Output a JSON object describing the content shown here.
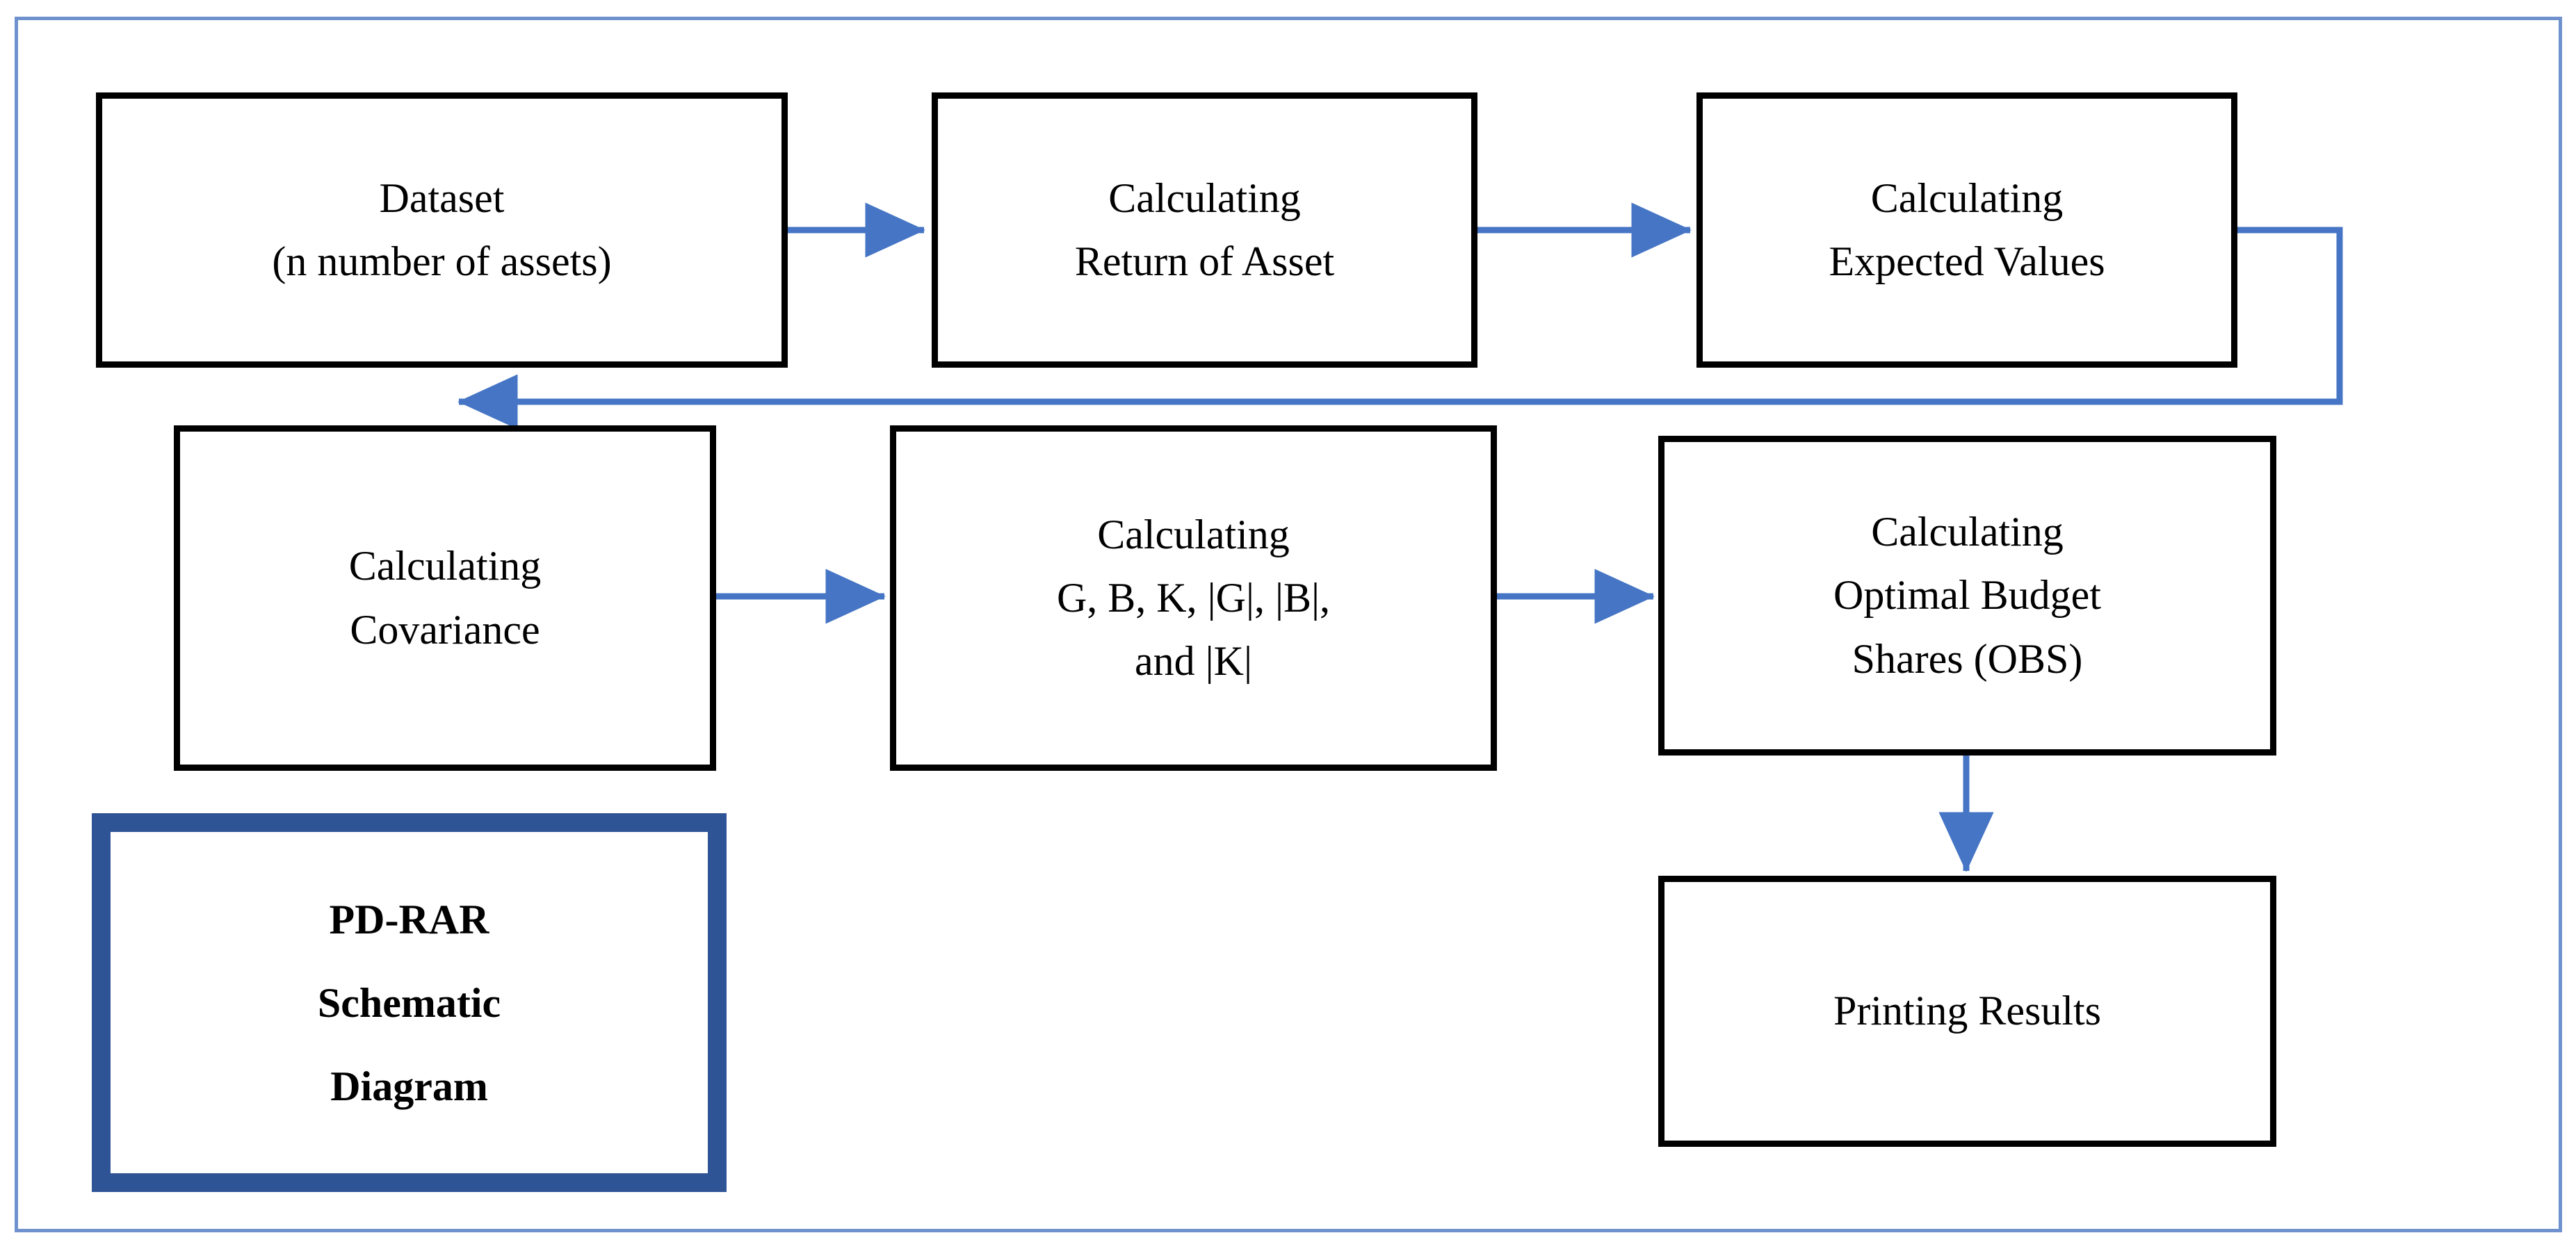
{
  "diagram": {
    "title_box": {
      "lines": [
        "PD-RAR",
        "Schematic",
        "Diagram"
      ],
      "border_color": "#2F5496"
    },
    "frame": {
      "border_color": "#6F92CE"
    },
    "connector_color": "#4575C4",
    "node_border_color": "#000000",
    "nodes": [
      {
        "id": "dataset",
        "lines": [
          "Dataset",
          "(n number of assets)"
        ]
      },
      {
        "id": "return-of-asset",
        "lines": [
          "Calculating",
          "Return of Asset"
        ]
      },
      {
        "id": "expected-values",
        "lines": [
          "Calculating",
          "Expected Values"
        ]
      },
      {
        "id": "covariance",
        "lines": [
          "Calculating",
          "Covariance"
        ]
      },
      {
        "id": "gbk",
        "lines": [
          "Calculating",
          "G, B, K, |G|, |B|,",
          "and |K|"
        ]
      },
      {
        "id": "optimal-budget-shares",
        "lines": [
          "Calculating",
          "Optimal Budget",
          "Shares (OBS)"
        ]
      },
      {
        "id": "printing-results",
        "lines": [
          "Printing Results"
        ]
      }
    ],
    "edges": [
      {
        "from": "dataset",
        "to": "return-of-asset"
      },
      {
        "from": "return-of-asset",
        "to": "expected-values"
      },
      {
        "from": "expected-values",
        "to": "covariance"
      },
      {
        "from": "covariance",
        "to": "gbk"
      },
      {
        "from": "gbk",
        "to": "optimal-budget-shares"
      },
      {
        "from": "optimal-budget-shares",
        "to": "printing-results"
      }
    ]
  }
}
